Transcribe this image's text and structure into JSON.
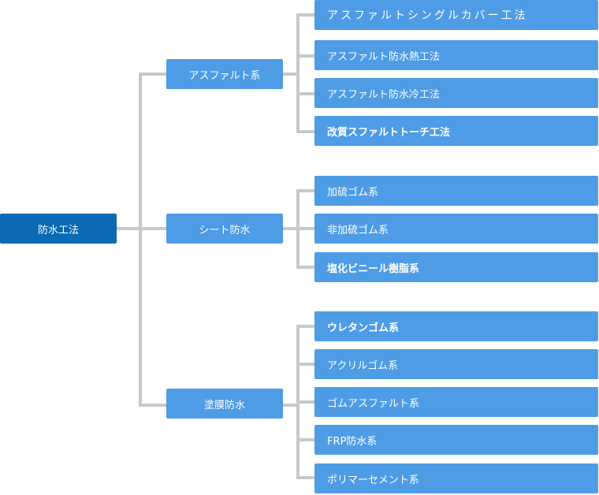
{
  "root": {
    "label": "防水工法"
  },
  "categories": [
    {
      "label": "アスファルト系",
      "items": [
        {
          "label": "アスファルトシングルカバー工法",
          "bold": false
        },
        {
          "label": "アスファルト防水熱工法",
          "bold": false
        },
        {
          "label": "アスファルト防水冷工法",
          "bold": false
        },
        {
          "label": "改質スファルトトーチ工法",
          "bold": true
        }
      ]
    },
    {
      "label": "シート防水",
      "items": [
        {
          "label": "加硫ゴム系",
          "bold": false
        },
        {
          "label": "非加硫ゴム系",
          "bold": false
        },
        {
          "label": "塩化ビニール樹脂系",
          "bold": true
        }
      ]
    },
    {
      "label": "塗膜防水",
      "items": [
        {
          "label": "ウレタンゴム系",
          "bold": true
        },
        {
          "label": "アクリルゴム系",
          "bold": false
        },
        {
          "label": "ゴムアスファルト系",
          "bold": false
        },
        {
          "label": "FRP防水系",
          "bold": false
        },
        {
          "label": "ポリマーセメント系",
          "bold": false
        }
      ]
    }
  ],
  "colors": {
    "root": "#0a6ab3",
    "node": "#4e9ce6",
    "connector": "#c8c8c8"
  }
}
